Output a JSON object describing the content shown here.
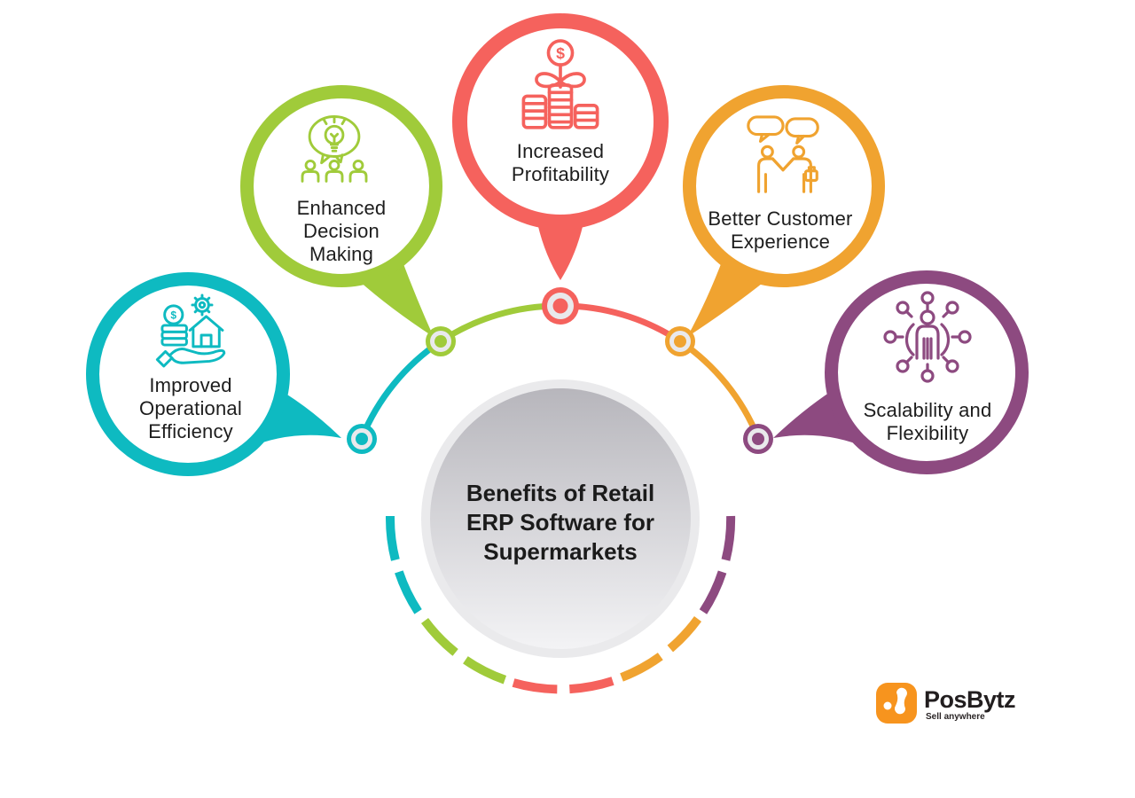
{
  "title": "Benefits of Retail ERP Software for Supermarkets",
  "benefits": [
    {
      "label": "Improved Operational Efficiency",
      "color": "#0ebac1",
      "icon": "hand-coins-house-icon"
    },
    {
      "label": "Enhanced Decision Making",
      "color": "#a0cb3a",
      "icon": "idea-team-icon"
    },
    {
      "label": "Increased Profitability",
      "color": "#f5625d",
      "icon": "money-plant-icon"
    },
    {
      "label": "Better Customer Experience",
      "color": "#f0a330",
      "icon": "handshake-chat-icon"
    },
    {
      "label": "Scalability and Flexibility",
      "color": "#8d4a80",
      "icon": "person-network-icon"
    }
  ],
  "icon_glyphs": {
    "dollar": "$"
  },
  "logo": {
    "name": "PosBytz",
    "tagline": "Sell anywhere",
    "color": "#f7941e"
  },
  "palette": {
    "center_ring": "#eaeaec",
    "center_top": "#b7b6bc",
    "center_bottom": "#f3f3f5",
    "node_ring": "#e9e9ec",
    "text": "#1d1d1d"
  }
}
